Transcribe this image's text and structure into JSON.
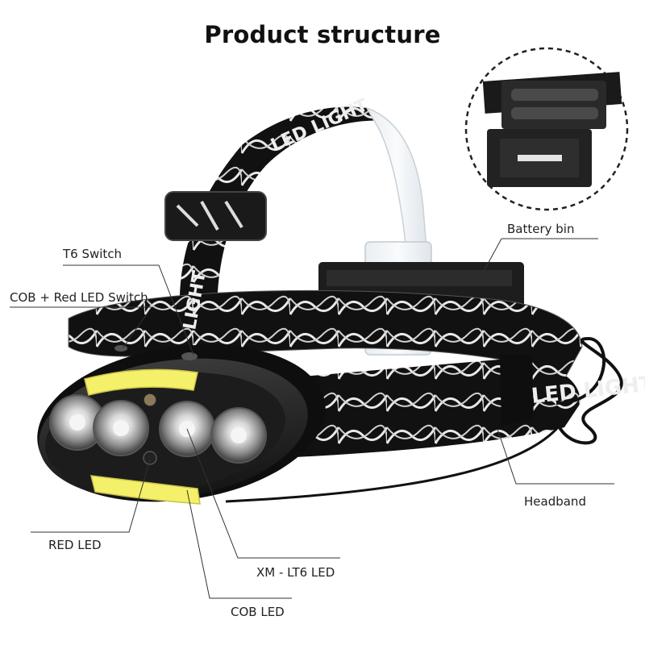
{
  "title": "Product structure",
  "labels": {
    "battery_bin": "Battery bin",
    "t6_switch": "T6 Switch",
    "cob_red_switch": "COB + Red LED Switch",
    "headband": "Headband",
    "red_led": "RED LED",
    "xm_lt6_led": "XM - LT6 LED",
    "cob_led": "COB LED"
  },
  "band_text": {
    "top": "LED LIGHT",
    "side": "LED LIGHT",
    "vertical": "LIGHT"
  },
  "colors": {
    "band": "#111111",
    "cob": "#f5f06a",
    "housing": "#222222",
    "leader_line": "#333333"
  }
}
